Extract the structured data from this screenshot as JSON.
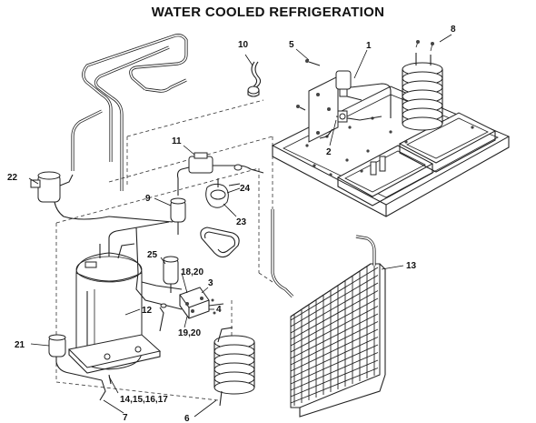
{
  "diagram": {
    "title": "WATER COOLED REFRIGERATION",
    "callouts": {
      "c1": "1",
      "c2": "2",
      "c3": "3",
      "c4": "4",
      "c5": "5",
      "c6": "6",
      "c7": "7",
      "c8": "8",
      "c9": "9",
      "c10": "10",
      "c11": "11",
      "c12": "12",
      "c13": "13",
      "c14": "14,15,16,17",
      "c18": "18,20",
      "c19": "19,20",
      "c21": "21",
      "c22": "22",
      "c23": "23",
      "c24": "24",
      "c25": "25"
    }
  }
}
